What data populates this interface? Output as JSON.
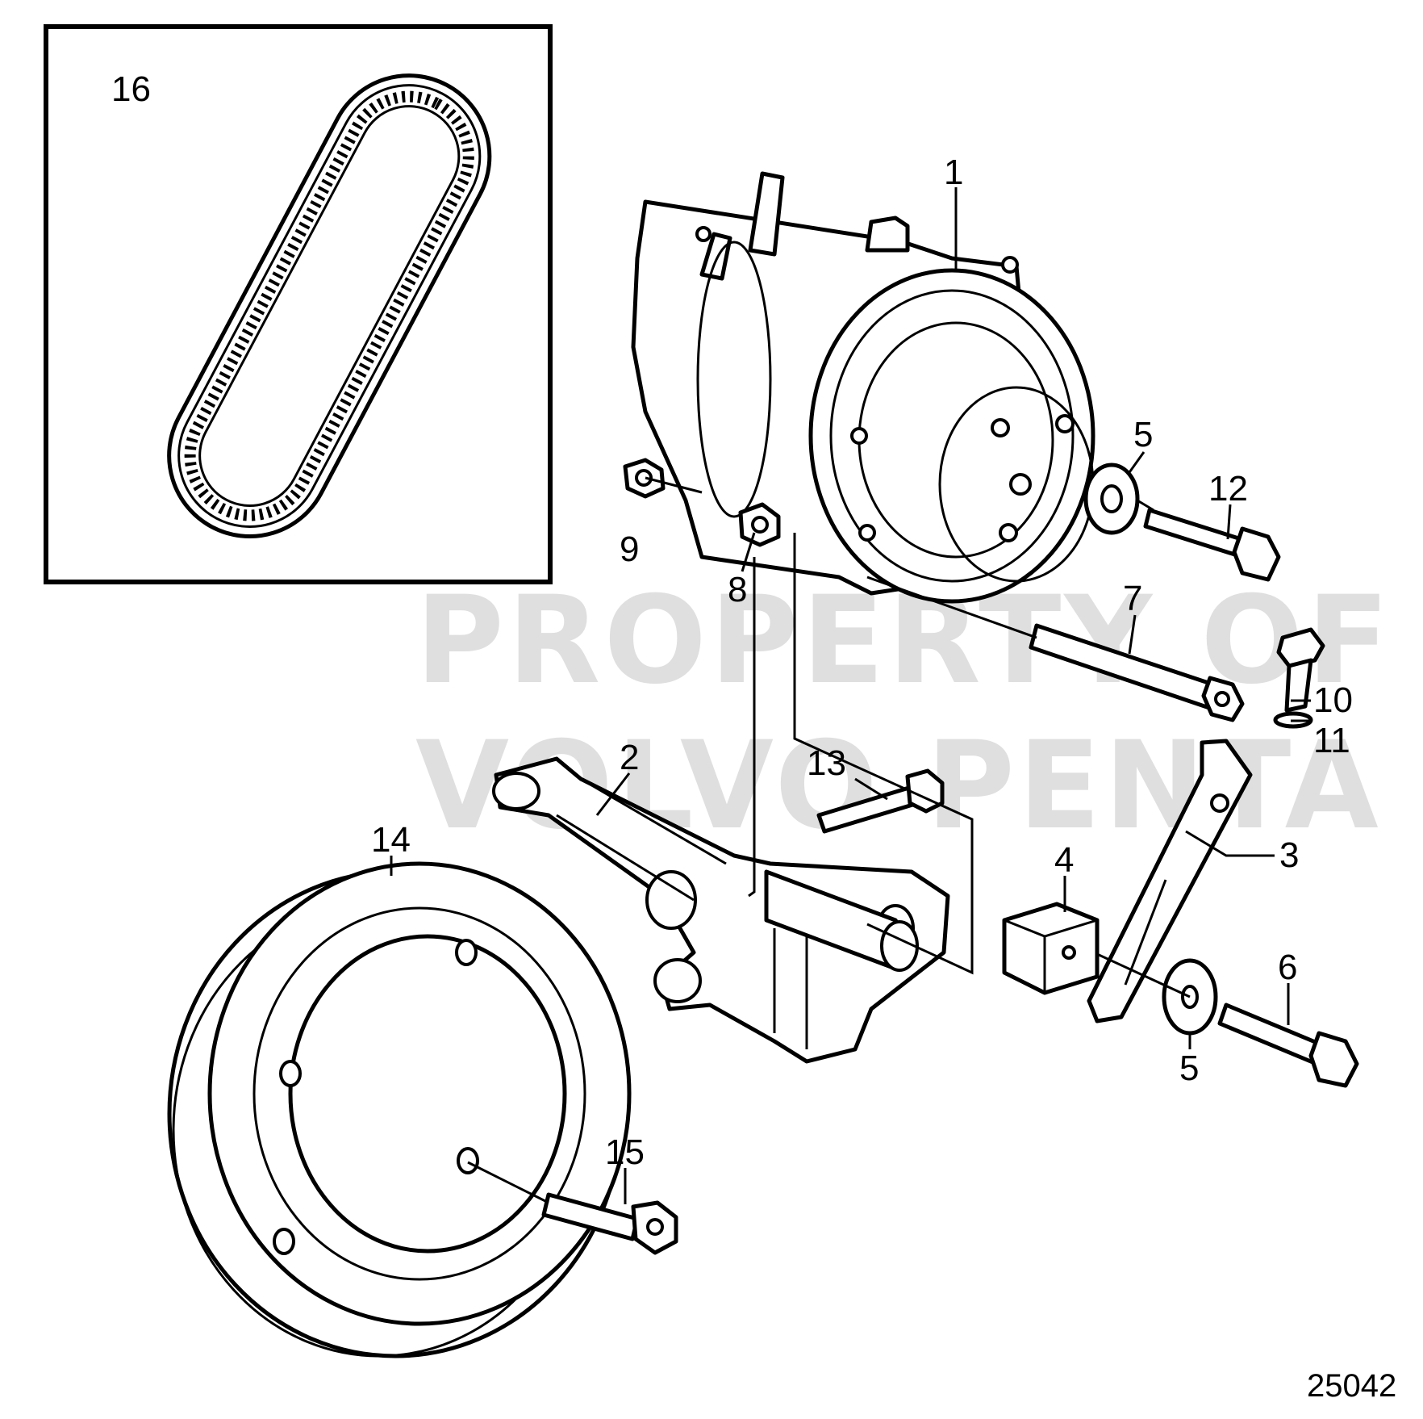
{
  "callouts": {
    "c1": "1",
    "c2": "2",
    "c3": "3",
    "c4": "4",
    "c5a": "5",
    "c5b": "5",
    "c6": "6",
    "c7": "7",
    "c8": "8",
    "c9": "9",
    "c10": "10",
    "c11": "11",
    "c12": "12",
    "c13": "13",
    "c14": "14",
    "c15": "15",
    "c16": "16"
  },
  "watermark": {
    "line1": "PROPERTY OF",
    "line2": "VOLVO PENTA"
  },
  "figure_number": "25042",
  "icons": {
    "belt": "v-belt-icon",
    "compressor": "ac-compressor-icon",
    "pulley": "crankshaft-pulley-icon",
    "bracket": "mounting-bracket-icon",
    "bolt": "hex-bolt-icon",
    "washer": "washer-icon",
    "nut": "hex-nut-icon"
  }
}
